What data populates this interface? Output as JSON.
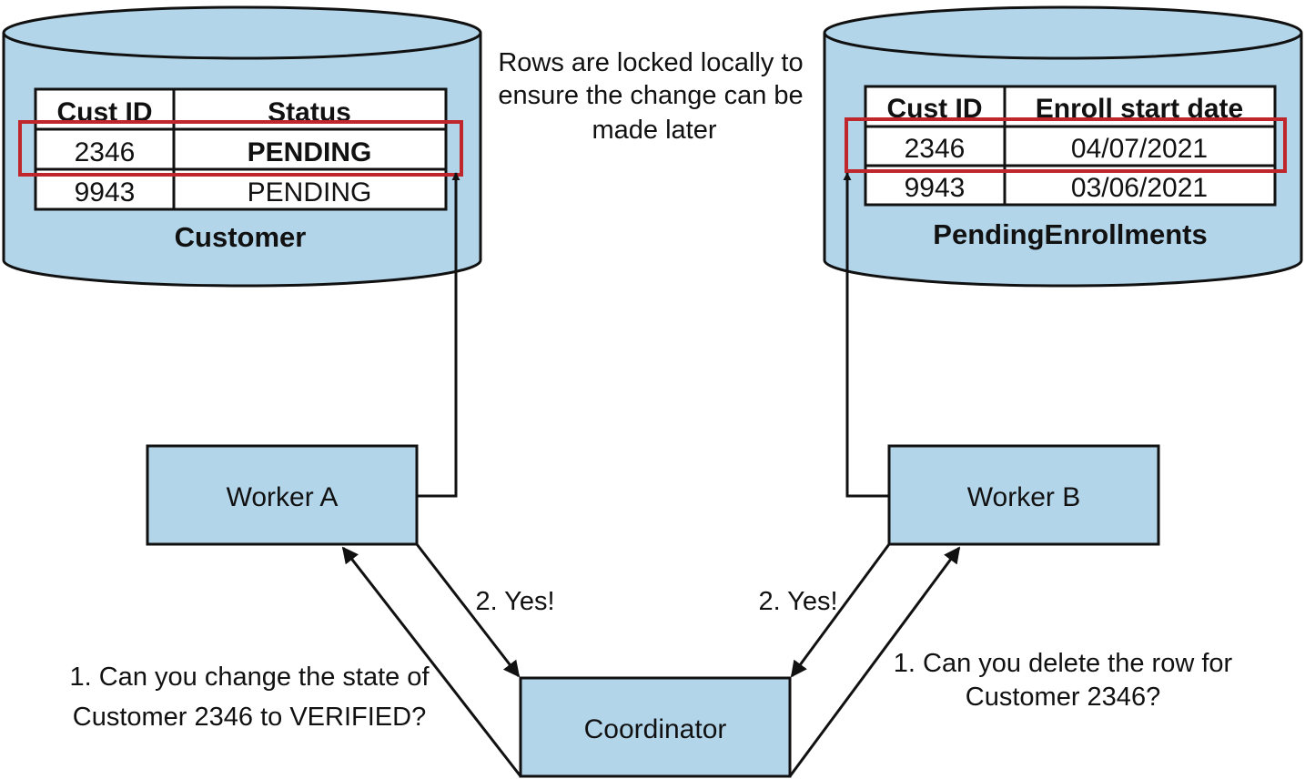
{
  "note": [
    "Rows are locked locally to",
    "ensure the change can be",
    "made later"
  ],
  "customer_db": {
    "name": "Customer",
    "headers": [
      "Cust ID",
      "Status"
    ],
    "rows": [
      [
        "2346",
        "PENDING"
      ],
      [
        "9943",
        "PENDING"
      ]
    ]
  },
  "enrollments_db": {
    "name": "PendingEnrollments",
    "headers": [
      "Cust ID",
      "Enroll start date"
    ],
    "rows": [
      [
        "2346",
        "04/07/2021"
      ],
      [
        "9943",
        "03/06/2021"
      ]
    ]
  },
  "nodes": {
    "worker_a": "Worker A",
    "worker_b": "Worker B",
    "coordinator": "Coordinator"
  },
  "messages": {
    "left_question": [
      "1. Can you change the state of",
      "Customer 2346 to VERIFIED?"
    ],
    "left_answer": "2. Yes!",
    "right_question": [
      "1. Can you delete the row for",
      "Customer 2346?"
    ],
    "right_answer": "2. Yes!"
  },
  "colors": {
    "fill": "#b3d5ea",
    "stroke": "#111111",
    "highlight": "#c0272d"
  }
}
